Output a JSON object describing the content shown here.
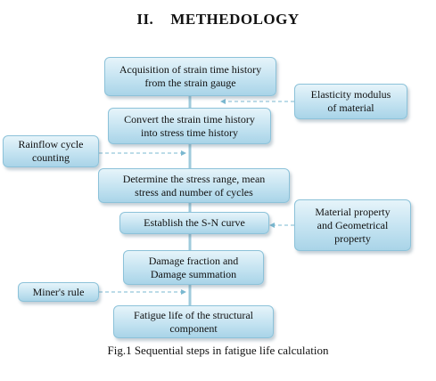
{
  "heading": {
    "number": "II.",
    "title": "METHEDOLOGY"
  },
  "steps": [
    "Acquisition  of strain time history\nfrom the strain gauge",
    "Convert the strain time history\ninto stress time history",
    "Determine the stress range, mean\nstress and number of cycles",
    "Establish the S-N curve",
    "Damage fraction and\nDamage summation",
    "Fatigue life of the structural\ncomponent"
  ],
  "inputs": {
    "elasticity": "Elasticity modulus\nof material",
    "rainflow": "Rainflow cycle\ncounting",
    "material": "Material property\nand Geometrical\nproperty",
    "miner": "Miner's rule"
  },
  "caption": "Fig.1 Sequential steps in fatigue life calculation",
  "colors": {
    "box_fill": "#c4e3f1",
    "box_border": "#8cc2d9",
    "arrow": "#7ab8d0"
  }
}
